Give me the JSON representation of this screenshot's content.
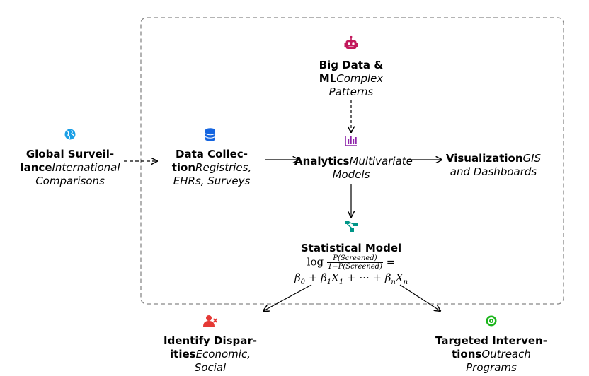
{
  "nodes": {
    "global": {
      "title": "Global Surveil-\nlance",
      "sub": "International\nComparisons",
      "icon": "globe-icon",
      "color": "#1a9fe6"
    },
    "data": {
      "title": "Data Collec-\ntion",
      "sub": "Registries,\nEHRs, Surveys",
      "icon": "database-icon",
      "color": "#1565e0"
    },
    "bigdata": {
      "title": "Big Data &\nML",
      "sub": "Complex\nPatterns",
      "icon": "robot-icon",
      "color": "#c2185b"
    },
    "analytics": {
      "title": "Analytics",
      "sub": "Multivariate\nModels",
      "icon": "chart-icon",
      "color": "#8e24aa"
    },
    "visualization": {
      "title": "Visualization",
      "sub": "GIS\nand Dashboards"
    },
    "statistical": {
      "title": "Statistical Model",
      "icon": "network-icon",
      "color": "#009688"
    },
    "disparities": {
      "title": "Identify Dispar-\nities",
      "sub": "Economic,\nSocial",
      "icon": "user-x-icon",
      "color": "#e53935"
    },
    "interventions": {
      "title": "Targeted Interven-\ntions",
      "sub": "Outreach\nPrograms",
      "icon": "target-icon",
      "color": "#1bb51b"
    }
  },
  "formula": {
    "log": "log",
    "num": "P(Screened)",
    "den": "1−P(Screened)",
    "eq": "=",
    "rhs": "β0 + β1X1 + ··· + βnXn"
  }
}
